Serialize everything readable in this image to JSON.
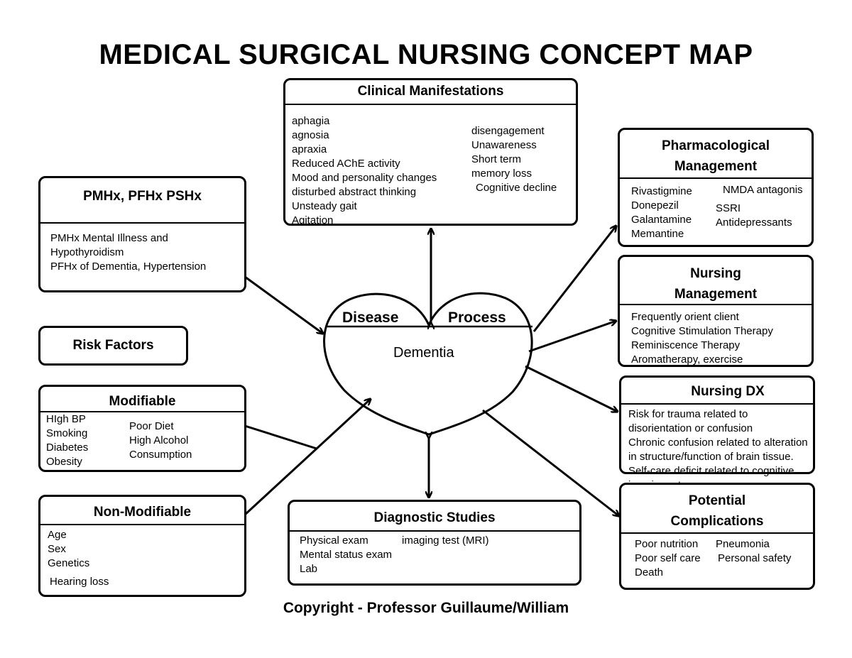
{
  "title": "MEDICAL SURGICAL NURSING CONCEPT MAP",
  "copyright": "Copyright - Professor Guillaume/William",
  "clinical": {
    "title": "Clinical Manifestations",
    "left": [
      "aphagia",
      "agnosia",
      "apraxia",
      "Reduced AChE activity",
      "Mood and personality changes",
      "disturbed abstract thinking",
      "Unsteady gait",
      "Agitation"
    ],
    "right": [
      "disengagement",
      "Unawareness",
      "Short term",
      "memory loss",
      "Cognitive decline"
    ]
  },
  "pmhx": {
    "title": "PMHx, PFHx PSHx",
    "lines": [
      "PMHx Mental Illness and",
      "Hypothyroidism",
      "PFHx of Dementia, Hypertension"
    ]
  },
  "risk_factors": {
    "title": "Risk Factors"
  },
  "modifiable": {
    "title": "Modifiable",
    "left": [
      "HIgh BP",
      "Smoking",
      "Diabetes",
      "Obesity"
    ],
    "right": [
      "Poor Diet",
      "High Alcohol",
      "Consumption"
    ]
  },
  "non_modifiable": {
    "title": "Non-Modifiable",
    "lines": [
      "Age",
      "Sex",
      "Genetics",
      "Hearing loss"
    ]
  },
  "disease": {
    "label_left": "Disease",
    "label_right": "Process",
    "name": "Dementia"
  },
  "diagnostic": {
    "title": "Diagnostic Studies",
    "left": [
      "Physical exam",
      "Mental status exam",
      "Lab"
    ],
    "right": [
      "imaging test (MRI)"
    ]
  },
  "pharm": {
    "title_line1": "Pharmacological",
    "title_line2": "Management",
    "left": [
      "Rivastigmine",
      "Donepezil",
      "Galantamine",
      "Memantine"
    ],
    "right": [
      "NMDA antagonis",
      "SSRI",
      "Antidepressants"
    ]
  },
  "nursing_mgmt": {
    "title_line1": "Nursing",
    "title_line2": "Management",
    "lines": [
      "Frequently orient client",
      "Cognitive Stimulation Therapy",
      "Reminiscence Therapy",
      "Aromatherapy, exercise"
    ]
  },
  "nursing_dx": {
    "title": "Nursing DX",
    "lines": [
      "Risk for trauma related to",
      "disorientation or confusion",
      "Chronic confusion related to alteration",
      "in structure/function of brain tissue.",
      "Self-care deficit related to cognitive",
      "impairment."
    ]
  },
  "complications": {
    "title_line1": "Potential",
    "title_line2": "Complications",
    "left": [
      "Poor nutrition",
      "Poor self care",
      "Death"
    ],
    "right": [
      "Pneumonia",
      "Personal safety"
    ]
  }
}
